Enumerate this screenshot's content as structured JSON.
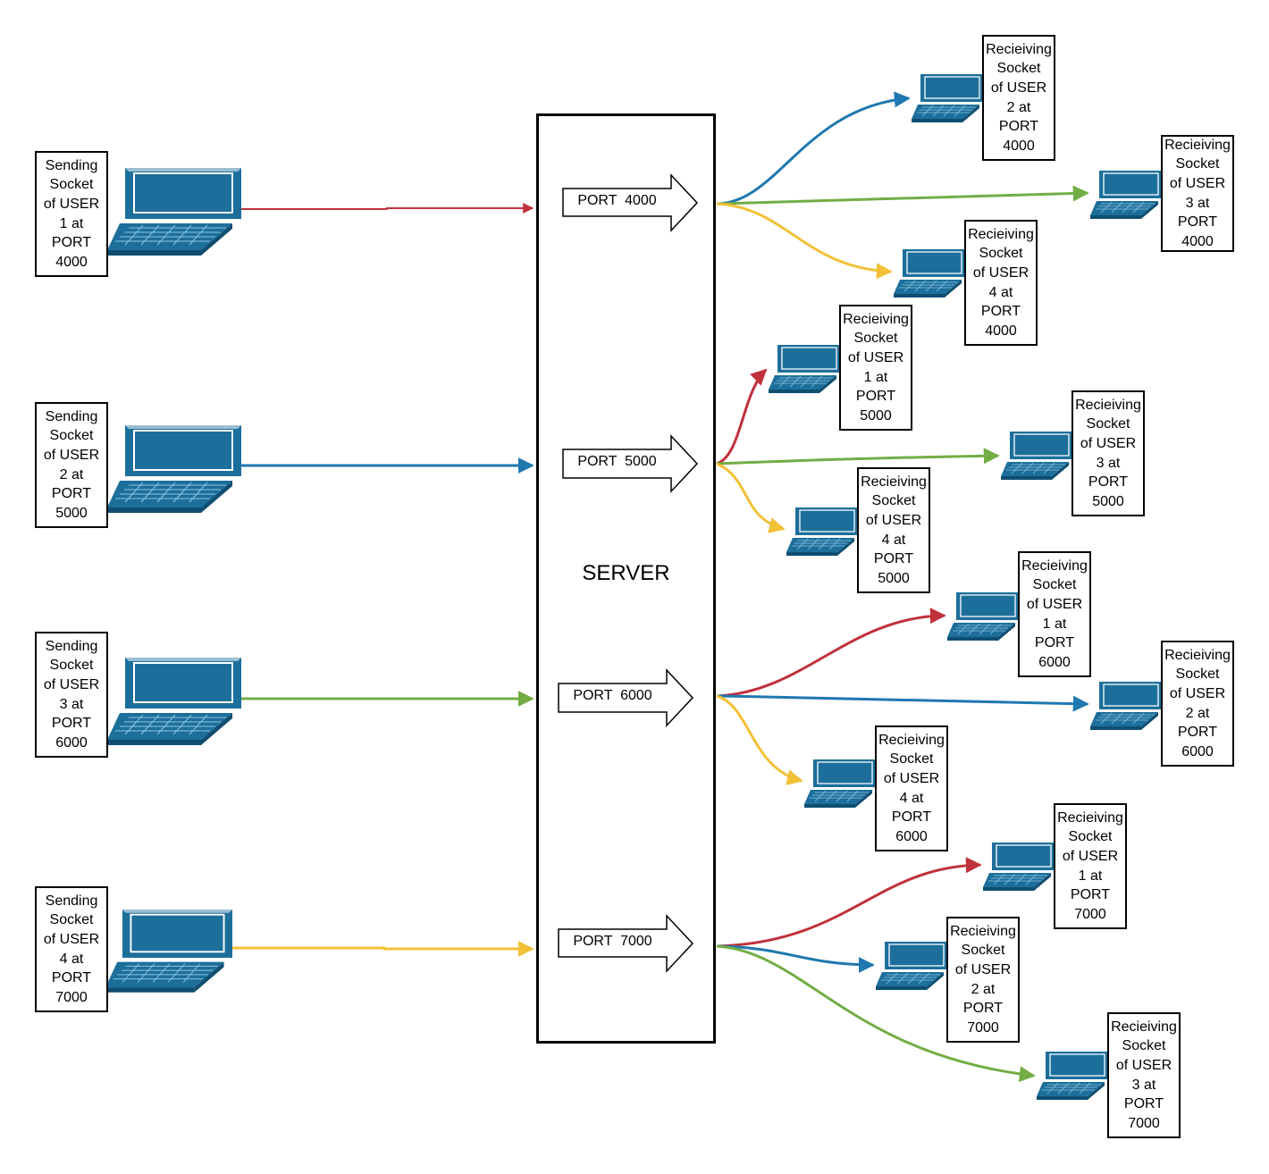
{
  "colors": {
    "laptop": "#1d6f9b",
    "laptop_dark": "#0f4e71",
    "red": "#c0313c",
    "blue": "#1f78b0",
    "green": "#72ad45",
    "yellow": "#f2c137"
  },
  "server": {
    "title": "SERVER"
  },
  "ports": [
    {
      "id": "4000",
      "label": "PORT  4000"
    },
    {
      "id": "5000",
      "label": "PORT  5000"
    },
    {
      "id": "6000",
      "label": "PORT  6000"
    },
    {
      "id": "7000",
      "label": "PORT  7000"
    }
  ],
  "senders": [
    {
      "lines": [
        "Sending",
        "Socket",
        "of USER",
        "1 at",
        "PORT",
        "4000"
      ],
      "color": "red",
      "port": "4000"
    },
    {
      "lines": [
        "Sending",
        "Socket",
        "of USER",
        "2 at",
        "PORT",
        "5000"
      ],
      "color": "blue",
      "port": "5000"
    },
    {
      "lines": [
        "Sending",
        "Socket",
        "of USER",
        "3 at",
        "PORT",
        "6000"
      ],
      "color": "green",
      "port": "6000"
    },
    {
      "lines": [
        "Sending",
        "Socket",
        "of USER",
        "4 at",
        "PORT",
        "7000"
      ],
      "color": "yellow",
      "port": "7000"
    }
  ],
  "receivers": [
    {
      "lines": [
        "Recieiving",
        "Socket",
        "of USER",
        "2 at",
        "PORT",
        "4000"
      ],
      "color": "blue",
      "port": "4000"
    },
    {
      "lines": [
        "Recieiving",
        "Socket",
        "of USER",
        "3 at",
        "PORT",
        "4000"
      ],
      "color": "green",
      "port": "4000"
    },
    {
      "lines": [
        "Recieiving",
        "Socket",
        "of USER",
        "4 at",
        "PORT",
        "4000"
      ],
      "color": "yellow",
      "port": "4000"
    },
    {
      "lines": [
        "Recieiving",
        "Socket",
        "of USER",
        "1 at",
        "PORT",
        "5000"
      ],
      "color": "red",
      "port": "5000"
    },
    {
      "lines": [
        "Recieiving",
        "Socket",
        "of USER",
        "3 at",
        "PORT",
        "5000"
      ],
      "color": "green",
      "port": "5000"
    },
    {
      "lines": [
        "Recieiving",
        "Socket",
        "of USER",
        "4 at",
        "PORT",
        "5000"
      ],
      "color": "yellow",
      "port": "5000"
    },
    {
      "lines": [
        "Recieiving",
        "Socket",
        "of USER",
        "1 at",
        "PORT",
        "6000"
      ],
      "color": "red",
      "port": "6000"
    },
    {
      "lines": [
        "Recieiving",
        "Socket",
        "of USER",
        "2 at",
        "PORT",
        "6000"
      ],
      "color": "blue",
      "port": "6000"
    },
    {
      "lines": [
        "Recieiving",
        "Socket",
        "of USER",
        "4 at",
        "PORT",
        "6000"
      ],
      "color": "yellow",
      "port": "6000"
    },
    {
      "lines": [
        "Recieiving",
        "Socket",
        "of USER",
        "1 at",
        "PORT",
        "7000"
      ],
      "color": "red",
      "port": "7000"
    },
    {
      "lines": [
        "Recieiving",
        "Socket",
        "of USER",
        "2 at",
        "PORT",
        "7000"
      ],
      "color": "blue",
      "port": "7000"
    },
    {
      "lines": [
        "Recieiving",
        "Socket",
        "of USER",
        "3 at",
        "PORT",
        "7000"
      ],
      "color": "green",
      "port": "7000"
    }
  ]
}
